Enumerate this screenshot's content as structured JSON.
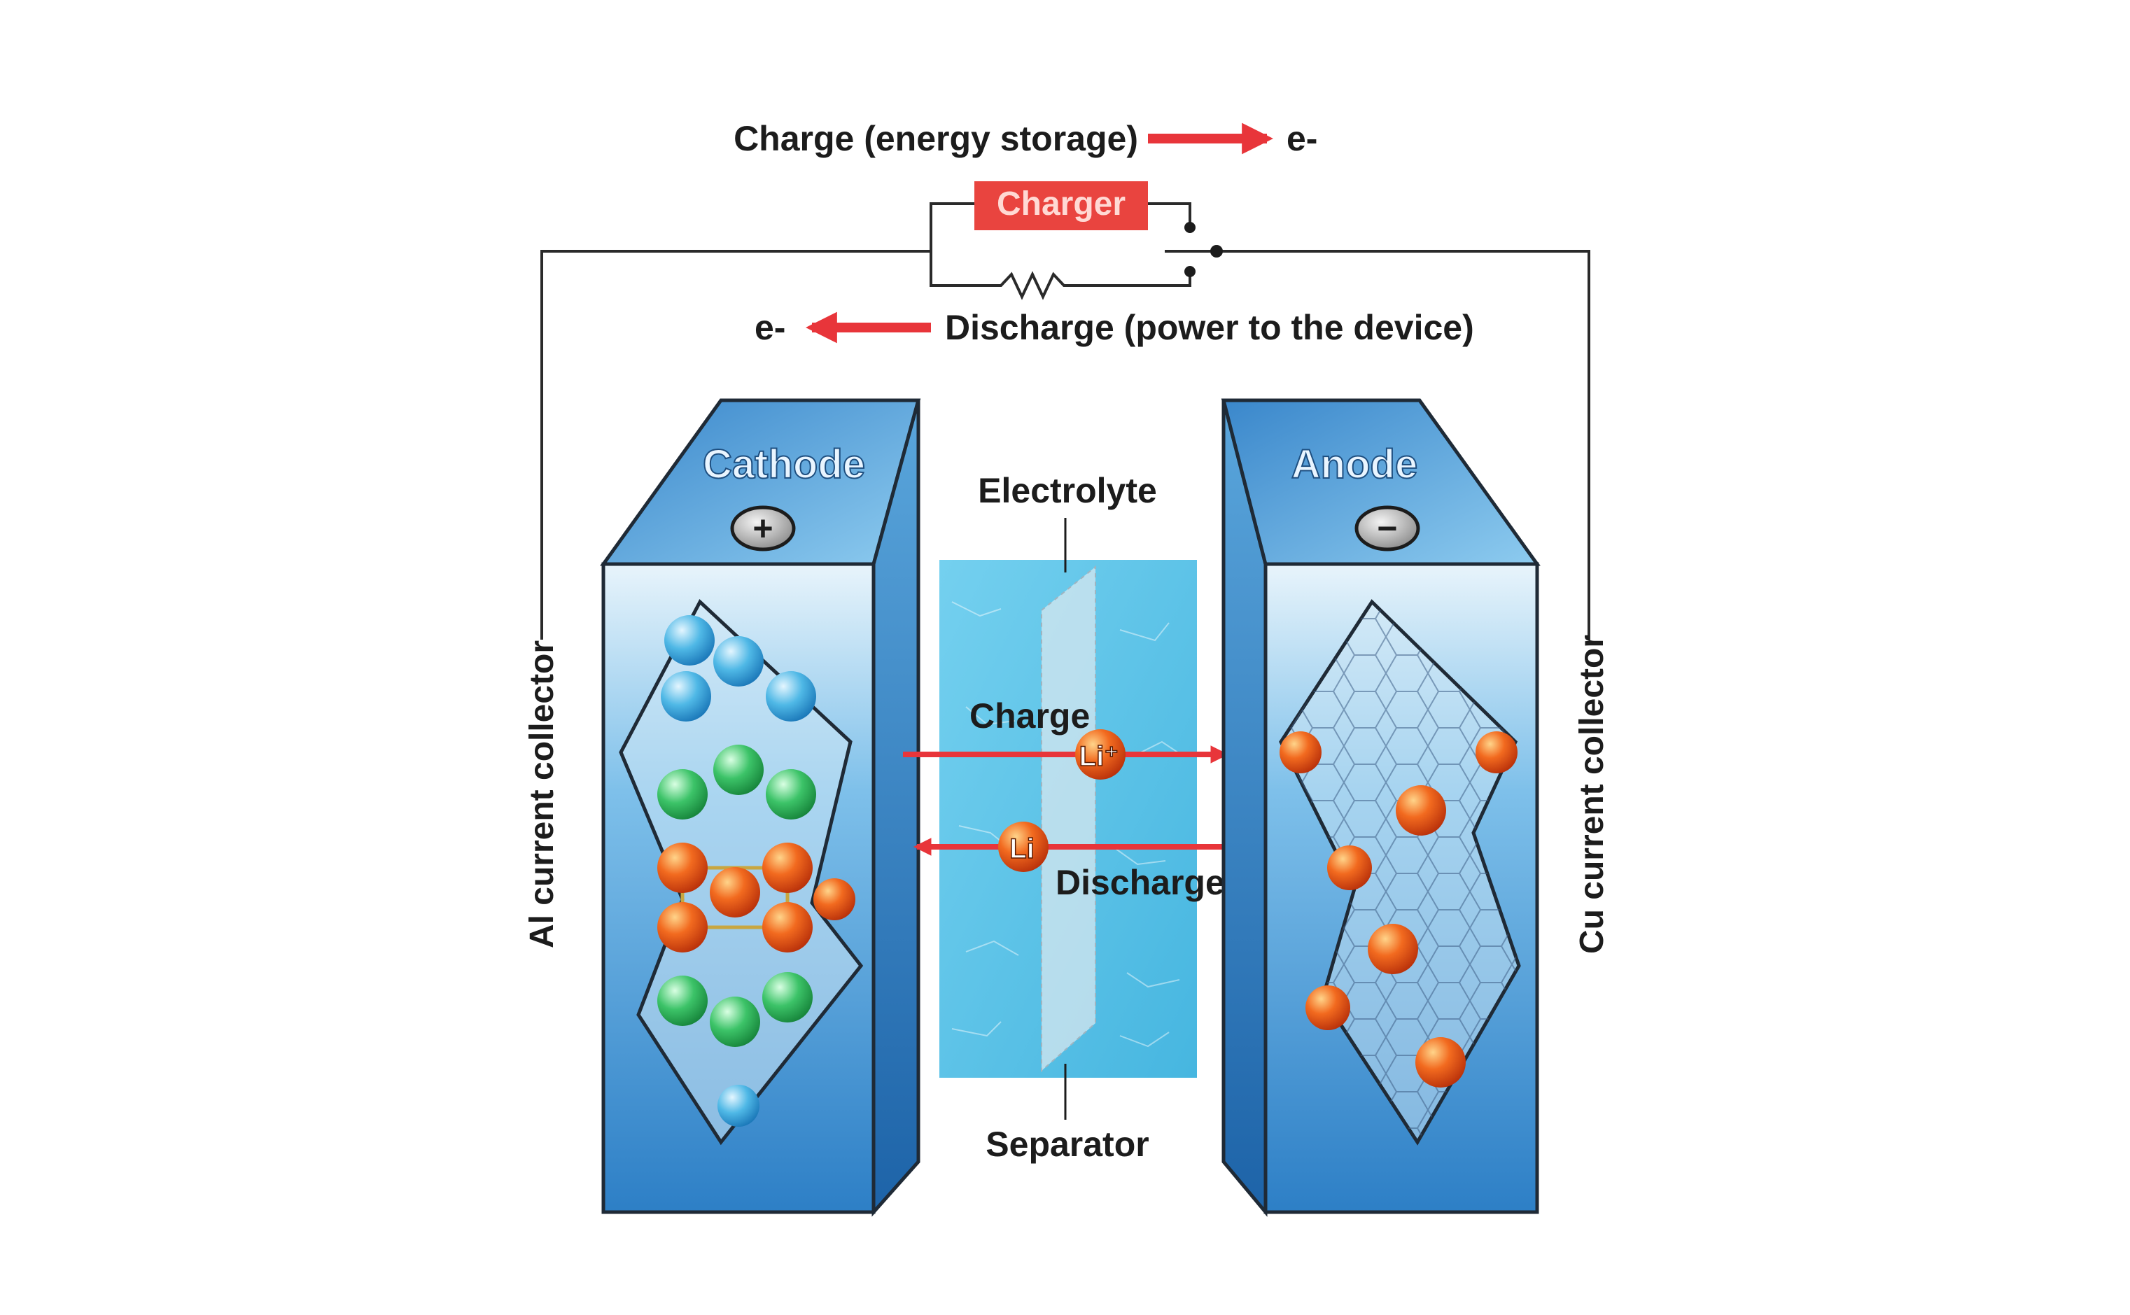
{
  "circuit": {
    "charge_label": "Charge (energy storage)",
    "discharge_label": "Discharge (power to the device)",
    "electron_symbol": "e-",
    "charger_label": "Charger"
  },
  "cathode": {
    "label": "Cathode",
    "terminal": "+",
    "collector_label": "Al current collector"
  },
  "anode": {
    "label": "Anode",
    "terminal": "−",
    "collector_label": "Cu current collector"
  },
  "electrolyte": {
    "label": "Electrolyte",
    "separator_label": "Separator"
  },
  "ions": {
    "charge_label": "Charge",
    "discharge_label": "Discharge",
    "charge_ion": "Li⁺",
    "discharge_ion": "Li"
  },
  "colors": {
    "arrow": "#e8353a",
    "charger_box": "#e9443f",
    "electrode_blue": "#3c8fd0",
    "electrolyte": "#5cc6e8",
    "lithium": "#f0601c",
    "cobalt": "#4fb8e6",
    "oxygen": "#3cc368"
  }
}
